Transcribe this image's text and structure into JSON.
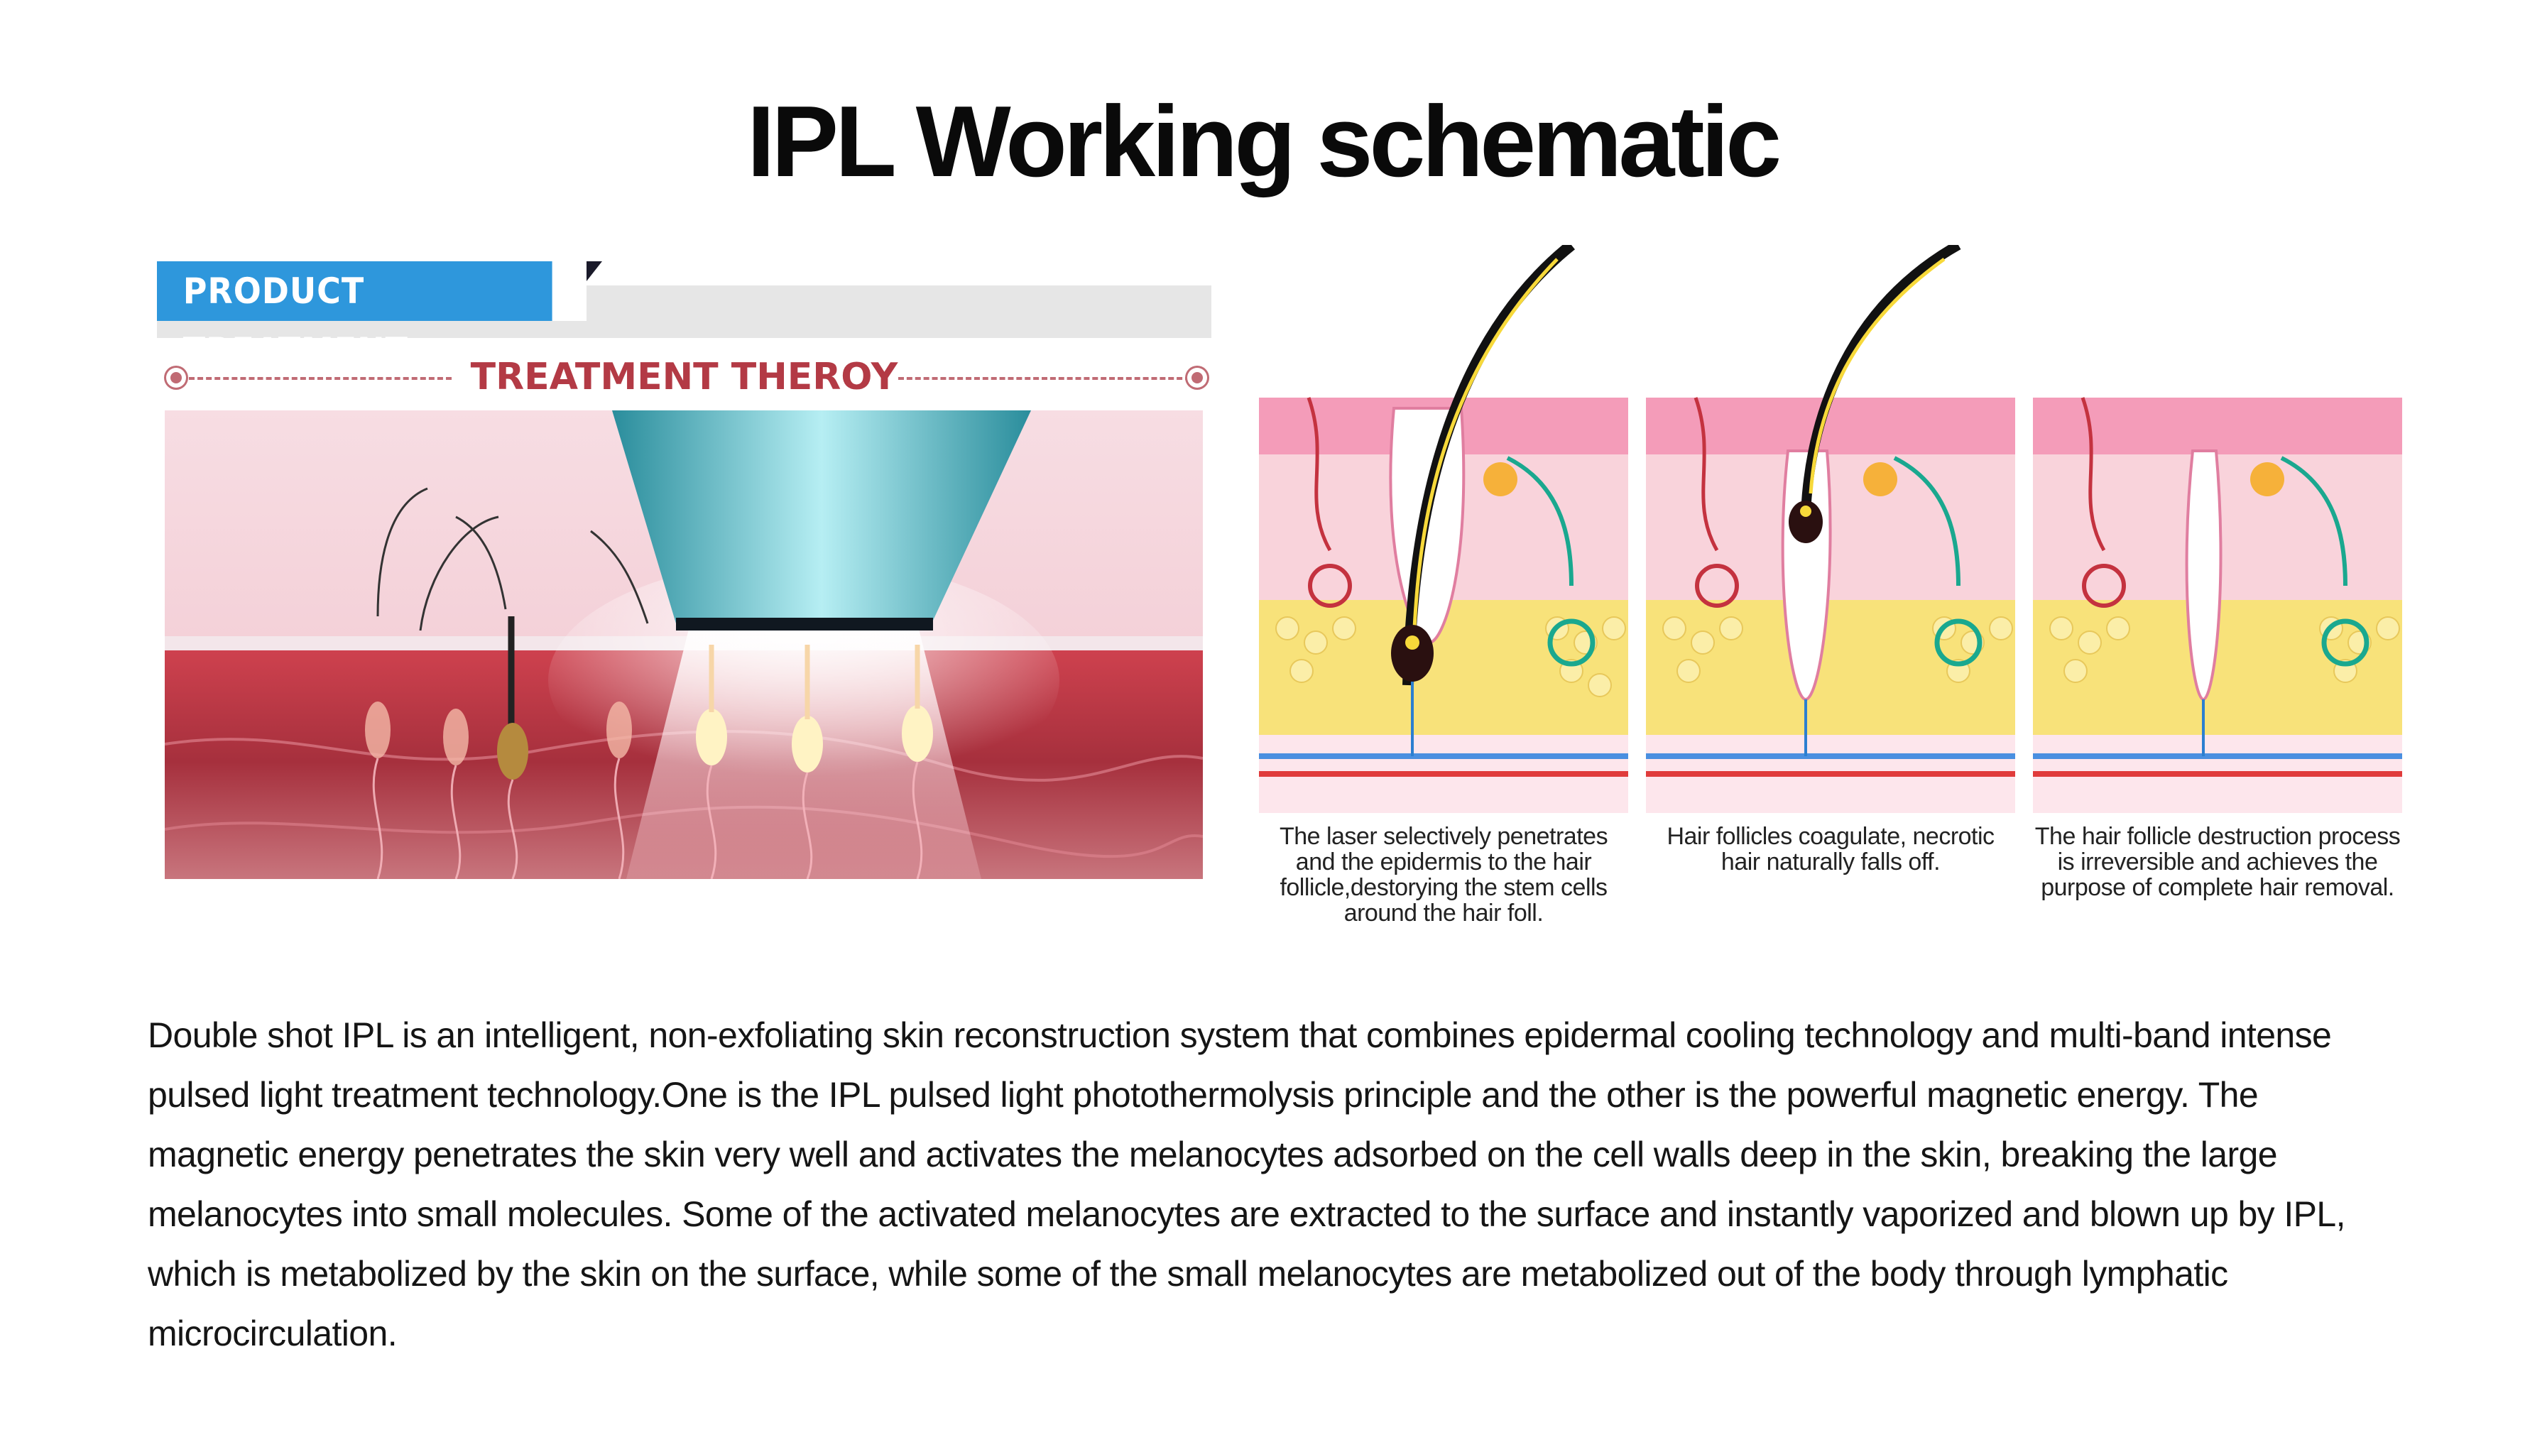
{
  "title": "IPL Working schematic",
  "left_panel": {
    "badge": "PRODUCT TREATMENT",
    "subtitle": "TREATMENT THEROY"
  },
  "stages": [
    {
      "caption": "The laser selectively penetrates and the epidermis to the hair follicle,destorying the stem cells around the hair foll."
    },
    {
      "caption": "Hair follicles coagulate, necrotic hair naturally falls off."
    },
    {
      "caption": "The hair follicle destruction process is irreversible and achieves the purpose of complete hair removal."
    }
  ],
  "description": "Double shot IPL is an intelligent, non-exfoliating skin reconstruction system that combines epidermal cooling technology and multi-band intense pulsed light treatment technology.One is the IPL pulsed light photothermolysis principle and the other is the powerful magnetic energy. The magnetic energy penetrates the skin very well and activates the melanocytes adsorbed on the cell walls deep in the skin, breaking the large melanocytes into small molecules. Some of the activated melanocytes are extracted to the surface and instantly vaporized and blown up by IPL, which is metabolized by the skin on the surface, while some of the small melanocytes are metabolized out of the body through lymphatic microcirculation.",
  "colors": {
    "badge_blue": "#2e97dc",
    "subtitle_red": "#b33a45",
    "skin_pink": "#f4a6c0",
    "fat_yellow": "#f8e27a",
    "artery_red": "#e03b3b",
    "vein_blue": "#4a8fe0",
    "nerve_teal": "#1aa88f"
  }
}
